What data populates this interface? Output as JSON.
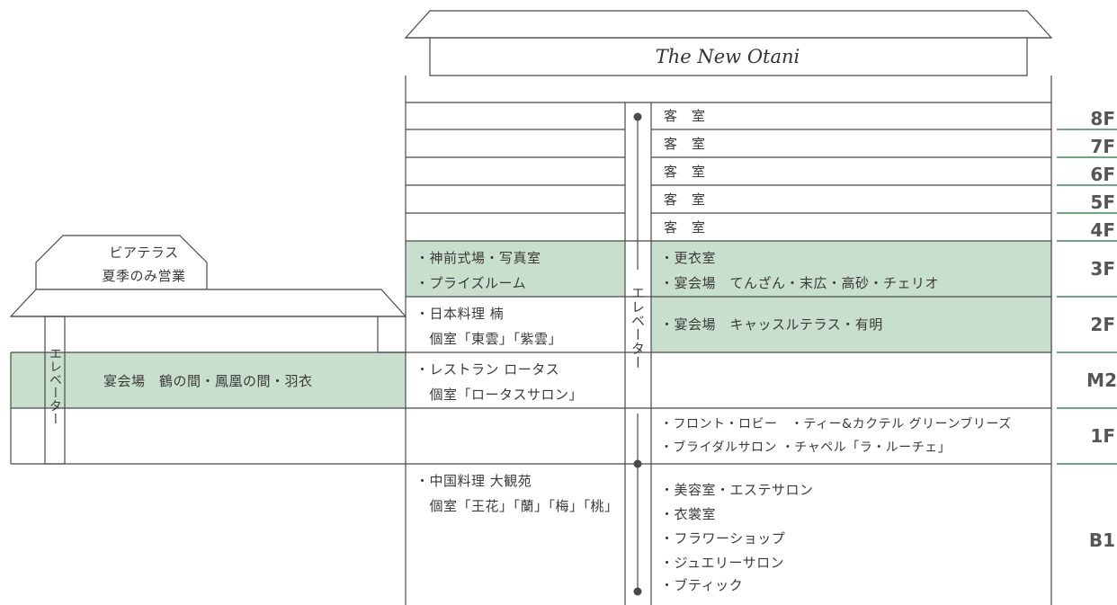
{
  "building": {
    "logo": "The New Otani",
    "main_elevator_label": "エレベーター",
    "annex_elevator_label": "エレベーター"
  },
  "annex": {
    "roof_text": [
      "ビアテラス",
      "夏季のみ営業"
    ],
    "banquet_label": "宴会場　鶴の間・鳳凰の間・羽衣"
  },
  "floors": [
    {
      "id": "8F",
      "label": "8F",
      "left": [],
      "right": [
        "客　室"
      ],
      "highlight": false
    },
    {
      "id": "7F",
      "label": "7F",
      "left": [],
      "right": [
        "客　室"
      ],
      "highlight": false
    },
    {
      "id": "6F",
      "label": "6F",
      "left": [],
      "right": [
        "客　室"
      ],
      "highlight": false
    },
    {
      "id": "5F",
      "label": "5F",
      "left": [],
      "right": [
        "客　室"
      ],
      "highlight": false
    },
    {
      "id": "4F",
      "label": "4F",
      "left": [],
      "right": [
        "客　室"
      ],
      "highlight": false
    },
    {
      "id": "3F",
      "label": "3F",
      "left": [
        "・神前式場・写真室",
        "・プライズルーム"
      ],
      "right": [
        "・更衣室",
        "・宴会場　てんざん・末広・高砂・チェリオ"
      ],
      "highlight": true
    },
    {
      "id": "2F",
      "label": "2F",
      "left": [
        "・日本料理 楠",
        "　個室「東雲」「紫雲」"
      ],
      "right": [
        "・宴会場　キャッスルテラス・有明"
      ],
      "highlight": true
    },
    {
      "id": "M2",
      "label": "M2",
      "left": [
        "・レストラン ロータス",
        "　個室「ロータスサロン」"
      ],
      "right": [],
      "highlight": false
    },
    {
      "id": "1F",
      "label": "1F",
      "left": [],
      "right": [
        "・フロント・ロビー　・ティー&カクテル グリーンブリーズ",
        "・ブライダルサロン ・チャペル「ラ・ルーチェ」"
      ],
      "highlight": false
    },
    {
      "id": "B1",
      "label": "B1",
      "left": [
        "・中国料理 大観苑",
        "　個室「王花」「蘭」「梅」「桃」"
      ],
      "right": [
        "・美容室・エステサロン",
        "・衣裳室",
        "・フラワーショップ",
        "・ジュエリーサロン",
        "・ブティック"
      ],
      "highlight": false
    }
  ],
  "colors": {
    "highlight_fill": "#c9dfcd",
    "line": "#4a4a4a",
    "floor_accent": "#3c8a55",
    "floor_label": "#555555",
    "text": "#3a3a3a"
  }
}
